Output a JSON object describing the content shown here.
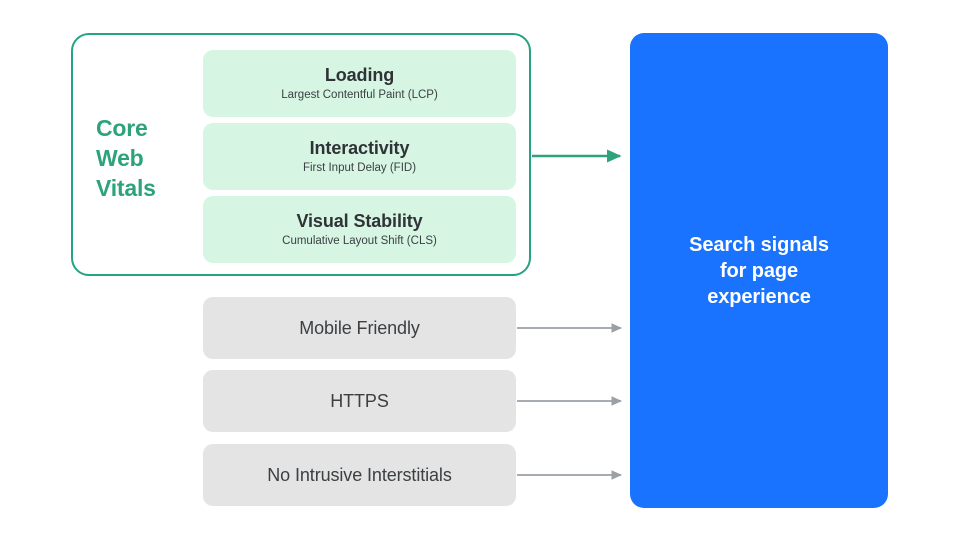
{
  "diagram": {
    "title": "Search signals for page experience",
    "colors": {
      "accent_green_border": "#25A383",
      "accent_green_text": "#2EA37B",
      "card_green_fill": "#D6F5E3",
      "card_gray_fill": "#E4E4E4",
      "panel_blue": "#1A73FF",
      "arrow_green": "#2EA37B",
      "arrow_gray": "#9AA0A6",
      "text_dark": "#3C4043",
      "text_white": "#FFFFFF",
      "background": "#FFFFFF"
    }
  },
  "core_web_vitals": {
    "group_label": "Core\nWeb\nVitals",
    "group_label_lines": [
      "Core",
      "Web",
      "Vitals"
    ],
    "metrics": [
      {
        "title": "Loading",
        "subtitle": "Largest Contentful Paint (LCP)"
      },
      {
        "title": "Interactivity",
        "subtitle": "First Input Delay (FID)"
      },
      {
        "title": "Visual Stability",
        "subtitle": "Cumulative Layout Shift (CLS)"
      }
    ]
  },
  "other_signals": [
    {
      "label": "Mobile Friendly"
    },
    {
      "label": "HTTPS"
    },
    {
      "label": "No Intrusive Interstitials"
    }
  ],
  "destination": {
    "title": "Search signals\nfor page\nexperience",
    "title_lines": [
      "Search signals",
      "for page",
      "experience"
    ]
  },
  "connectors": [
    {
      "name": "core-web-vitals-to-destination",
      "style": "green",
      "from": "core-web-vitals-group",
      "to": "destination-panel"
    },
    {
      "name": "mobile-friendly-to-destination",
      "style": "gray",
      "from": "signal-card-mobile-friendly",
      "to": "destination-panel"
    },
    {
      "name": "https-to-destination",
      "style": "gray",
      "from": "signal-card-https",
      "to": "destination-panel"
    },
    {
      "name": "no-intrusive-interstitials-to-destination",
      "style": "gray",
      "from": "signal-card-no-intrusive-interstitials",
      "to": "destination-panel"
    }
  ]
}
